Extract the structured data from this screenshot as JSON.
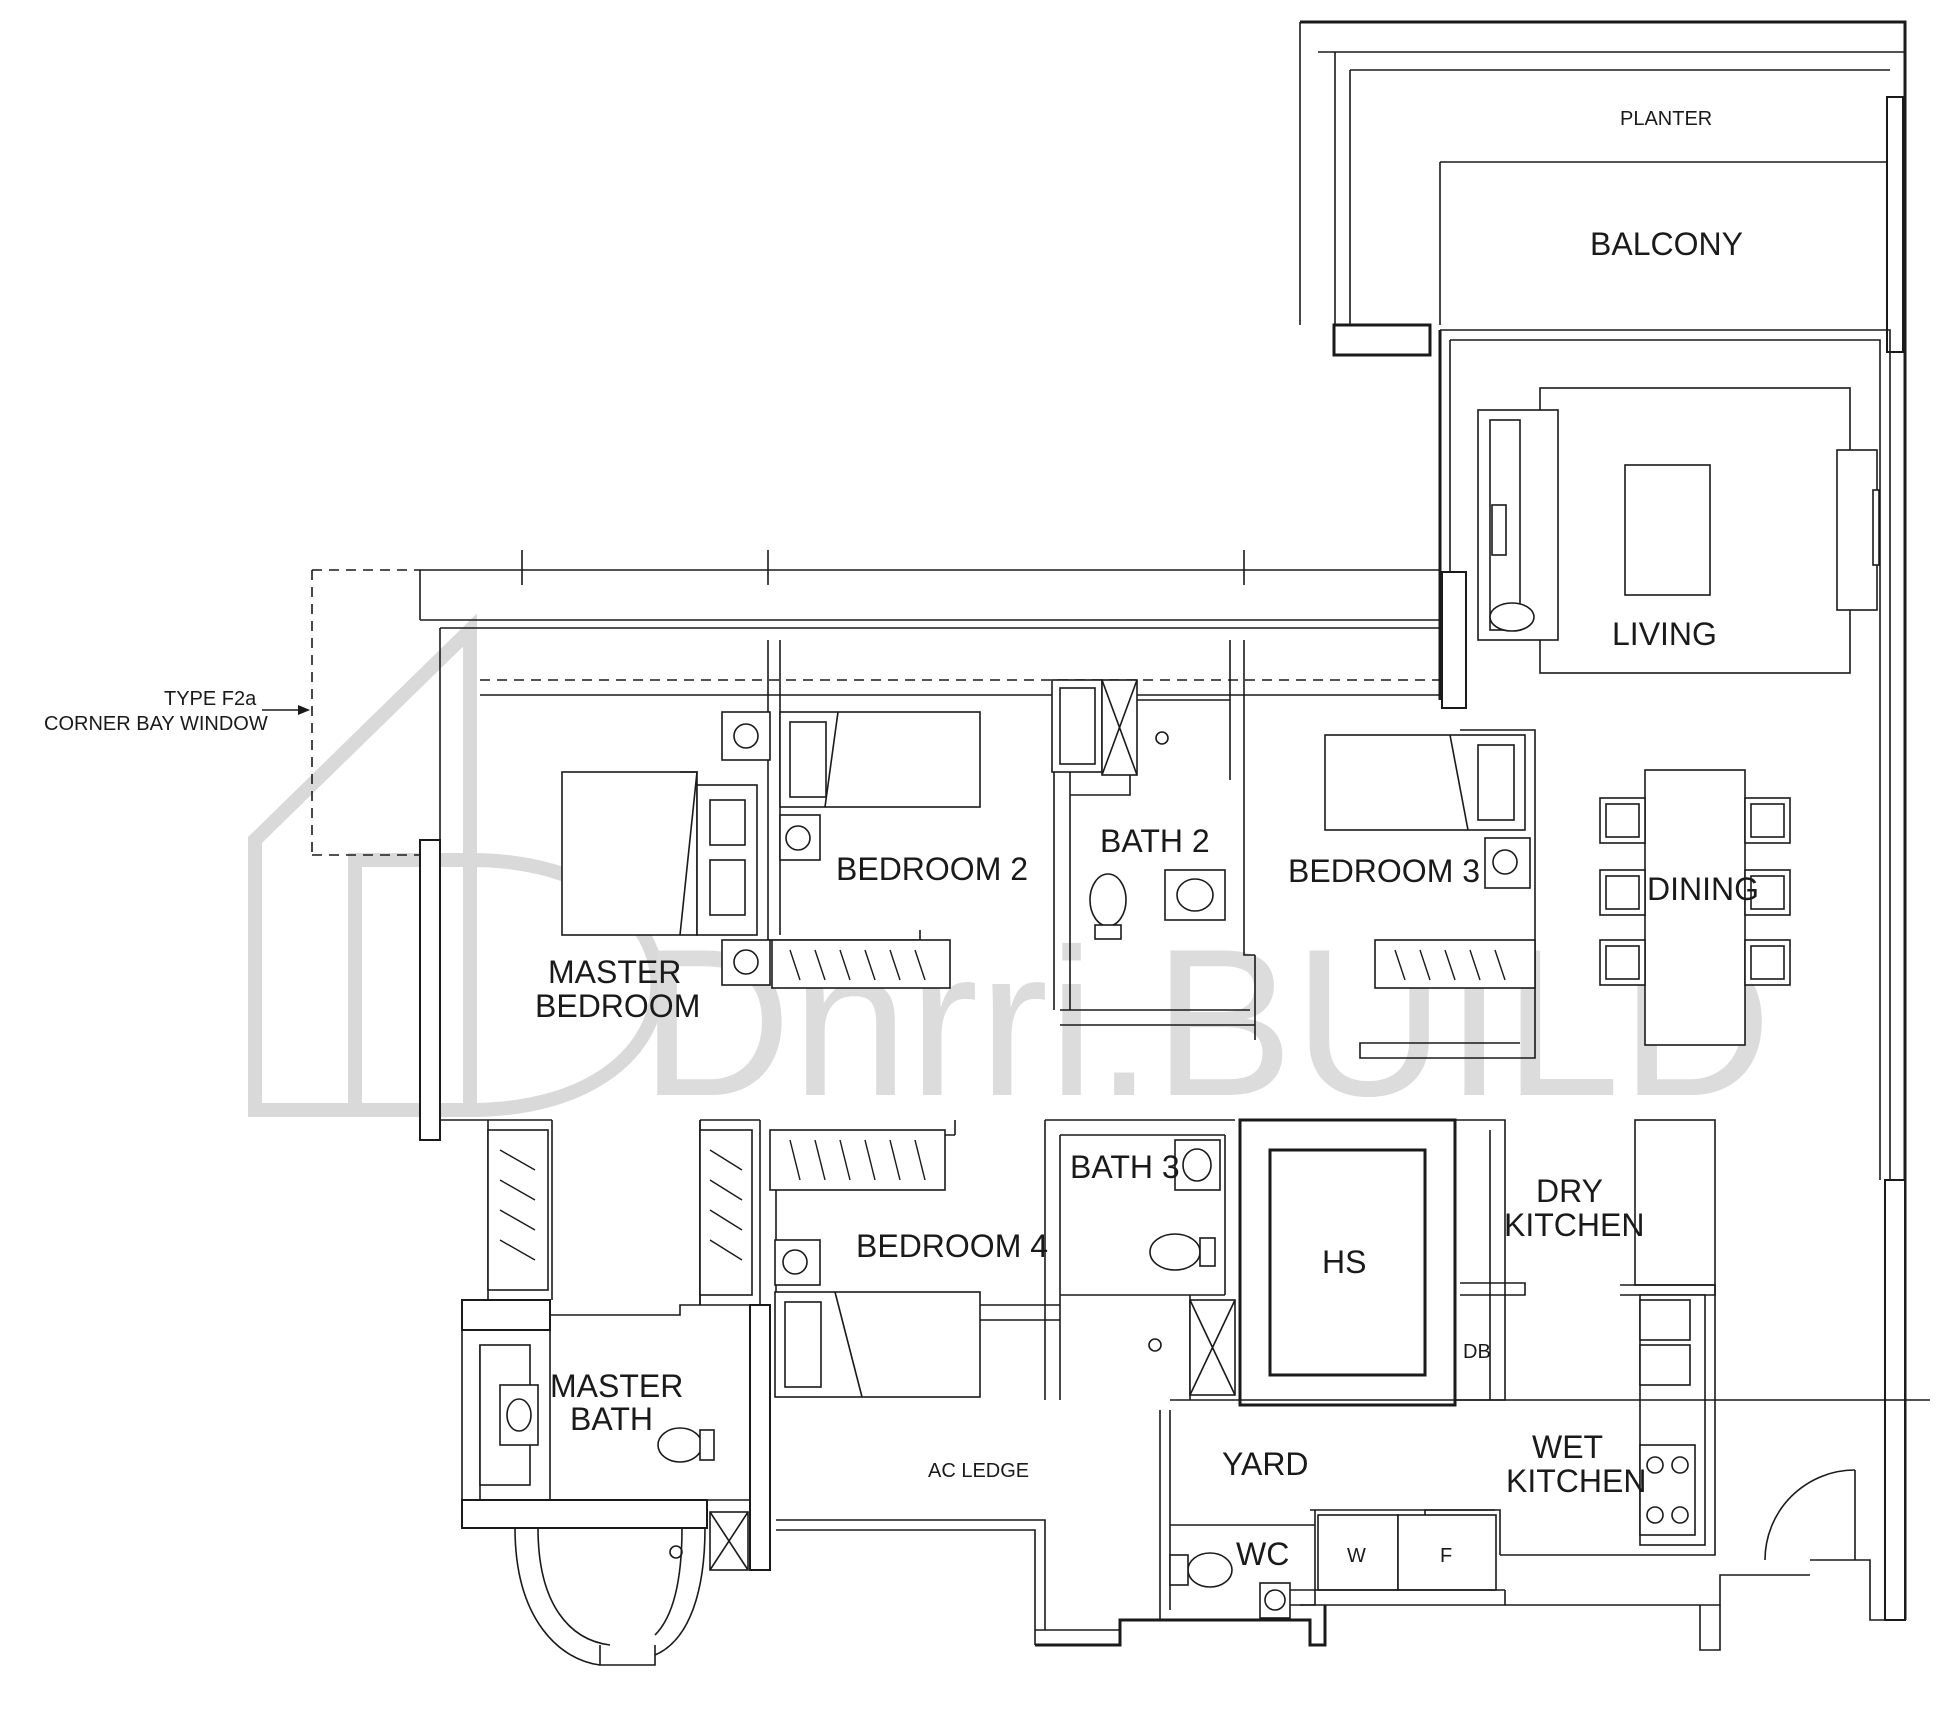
{
  "watermark": {
    "text": "Dnrri.BUILD"
  },
  "annotation": {
    "line1": "TYPE F2a",
    "line2": "CORNER BAY WINDOW"
  },
  "rooms": {
    "planter": "PLANTER",
    "balcony": "BALCONY",
    "living": "LIVING",
    "dining": "DINING",
    "bedroom2": "BEDROOM 2",
    "bath2": "BATH 2",
    "bedroom3": "BEDROOM 3",
    "master_bedroom_1": "MASTER",
    "master_bedroom_2": "BEDROOM",
    "bedroom4": "BEDROOM 4",
    "bath3": "BATH 3",
    "hs": "HS",
    "dry_kitchen_1": "DRY",
    "dry_kitchen_2": "KITCHEN",
    "db": "DB",
    "master_bath_1": "MASTER",
    "master_bath_2": "BATH",
    "ac_ledge": "AC LEDGE",
    "yard": "YARD",
    "wet_kitchen_1": "WET",
    "wet_kitchen_2": "KITCHEN",
    "wc": "WC",
    "washer": "W",
    "fridge": "F"
  }
}
